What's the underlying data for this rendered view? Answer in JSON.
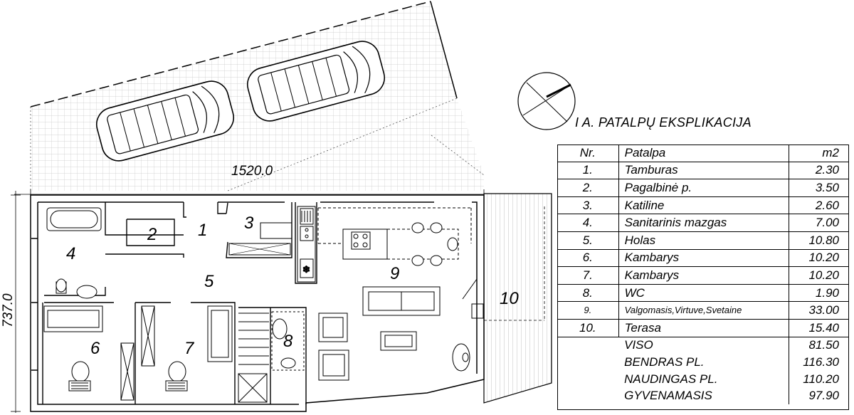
{
  "plan": {
    "dim_width": "1520.0",
    "dim_height": "737.0",
    "room_numbers": [
      "1",
      "2",
      "3",
      "4",
      "5",
      "6",
      "7",
      "8",
      "9",
      "10"
    ]
  },
  "explication": {
    "title": "I A. PATALPŲ EKSPLIKACIJA",
    "headers": {
      "nr": "Nr.",
      "name": "Patalpa",
      "area": "m2"
    },
    "rooms": [
      {
        "nr": "1.",
        "name": "Tamburas",
        "area": "2.30"
      },
      {
        "nr": "2.",
        "name": "Pagalbinė p.",
        "area": "3.50"
      },
      {
        "nr": "3.",
        "name": "Katiline",
        "area": "2.60"
      },
      {
        "nr": "4.",
        "name": "Sanitarinis mazgas",
        "area": "7.00"
      },
      {
        "nr": "5.",
        "name": "Holas",
        "area": "10.80"
      },
      {
        "nr": "6.",
        "name": "Kambarys",
        "area": "10.20"
      },
      {
        "nr": "7.",
        "name": "Kambarys",
        "area": "10.20"
      },
      {
        "nr": "8.",
        "name": "WC",
        "area": "1.90"
      },
      {
        "nr": "9.",
        "name": "Valgomasis,Virtuve,Svetaine",
        "area": "33.00"
      },
      {
        "nr": "10.",
        "name": "Terasa",
        "area": "15.40"
      }
    ],
    "totals": [
      {
        "name": "VISO",
        "area": "81.50"
      },
      {
        "name": "BENDRAS  PL.",
        "area": "116.30"
      },
      {
        "name": "NAUDINGAS PL.",
        "area": "110.20"
      },
      {
        "name": "GYVENAMASIS",
        "area": "97.90"
      }
    ]
  }
}
